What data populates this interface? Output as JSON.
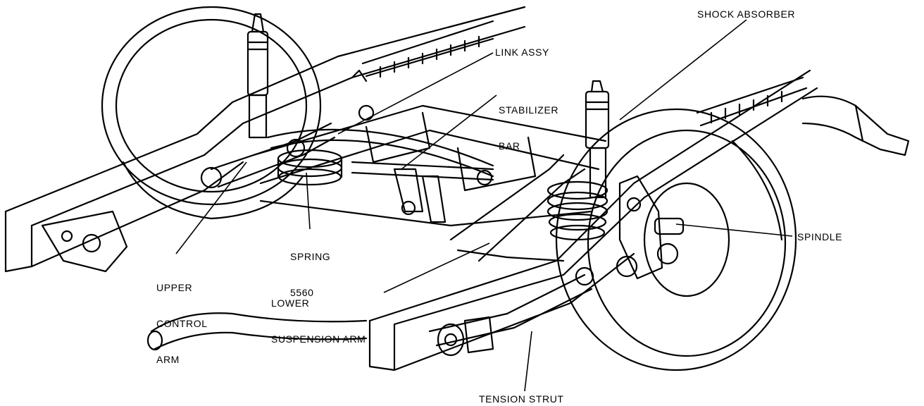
{
  "labels": {
    "shock_absorber": "SHOCK ABSORBER",
    "link_assy": "LINK ASSY",
    "stabilizer_bar": [
      "STABILIZER",
      "BAR"
    ],
    "spring": [
      "SPRING",
      "5560"
    ],
    "spindle": "SPINDLE",
    "upper_control_arm": [
      "UPPER",
      "CONTROL",
      "ARM"
    ],
    "lower_suspension_arm": [
      "LOWER",
      "SUSPENSION ARM"
    ],
    "tension_strut": "TENSION STRUT"
  },
  "colors": {
    "ink": "#000000",
    "paper": "#ffffff"
  }
}
